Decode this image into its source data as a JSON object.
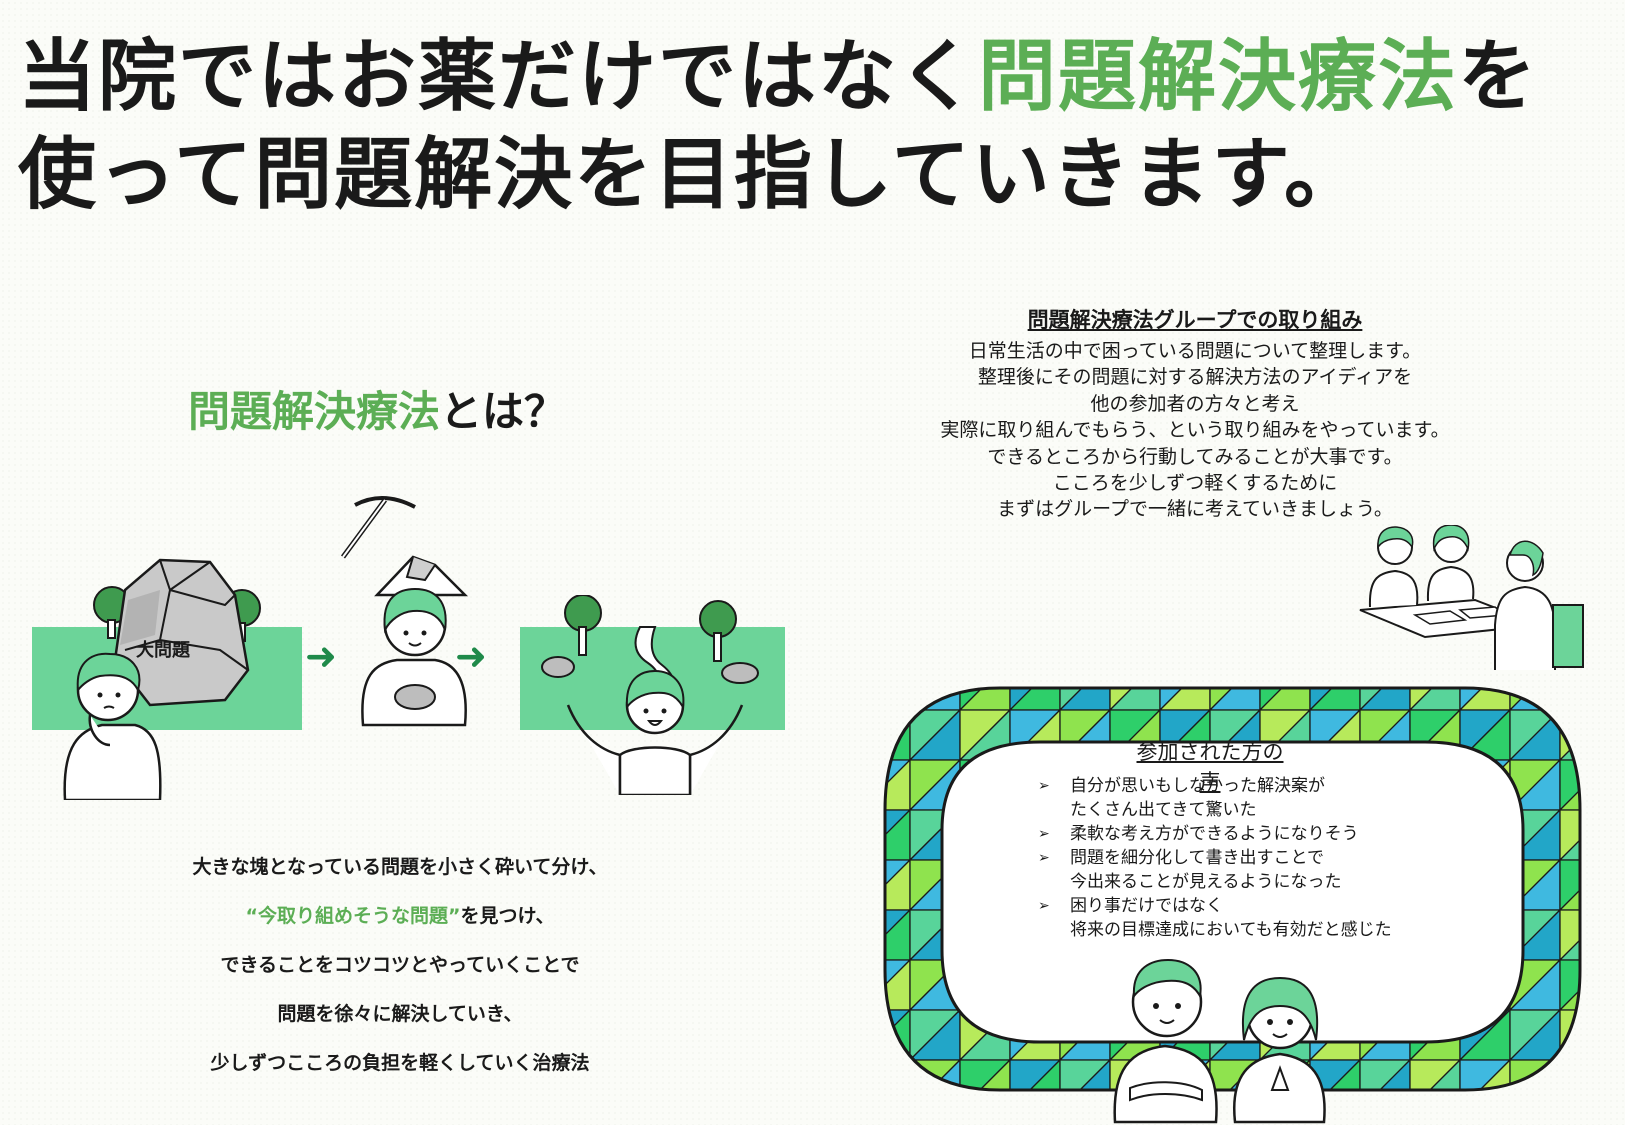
{
  "title": {
    "line1_pre": "当院ではお薬だけではなく",
    "line1_hl": "問題解決療法",
    "line1_post": "を",
    "line2": "使って問題解決を目指していきます。"
  },
  "what": {
    "hl": "問題解決療法",
    "rest": "とは？"
  },
  "illustration": {
    "big_problem_label": "大問題",
    "arrow": "➜"
  },
  "summary": {
    "line1": "大きな塊となっている問題を小さく砕いて分け、",
    "line2_quote": "“今取り組めそうな問題”",
    "line2_rest": "を見つけ、",
    "line3": "できることをコツコツとやっていくことで",
    "line4": "問題を徐々に解決していき、",
    "line5": "少しずつこころの負担を軽くしていく治療法"
  },
  "group": {
    "title": "問題解決療法グループでの取り組み",
    "lines": [
      "日常生活の中で困っている問題について整理します。",
      "整理後にその問題に対する解決方法のアイディアを",
      "他の参加者の方々と考え",
      "実際に取り組んでもらう、という取り組みをやっています。",
      "できるところから行動してみることが大事です。",
      "こころを少しずつ軽くするために",
      "まずはグループで一緒に考えていきましょう。"
    ]
  },
  "voices": {
    "title": "参加された方の声",
    "marker": "➢",
    "items": [
      {
        "l1": "自分が思いもしなかった解決案が",
        "l2": "たくさん出てきて驚いた"
      },
      {
        "l1": "柔軟な考え方ができるようになりそう",
        "l2": ""
      },
      {
        "l1": "問題を細分化して書き出すことで",
        "l2": "今出来ることが見えるようになった"
      },
      {
        "l1": "困り事だけではなく",
        "l2": "将来の目標達成においても有効だと感じた"
      }
    ]
  },
  "colors": {
    "accent_green": "#5cae55",
    "panel_green": "#6cd499",
    "arrow_green": "#1f8a4a",
    "frame_colors": [
      "#2ecf6a",
      "#8fe34e",
      "#3fb9e0",
      "#b7ea5b",
      "#58d49a",
      "#22a6c8"
    ]
  }
}
